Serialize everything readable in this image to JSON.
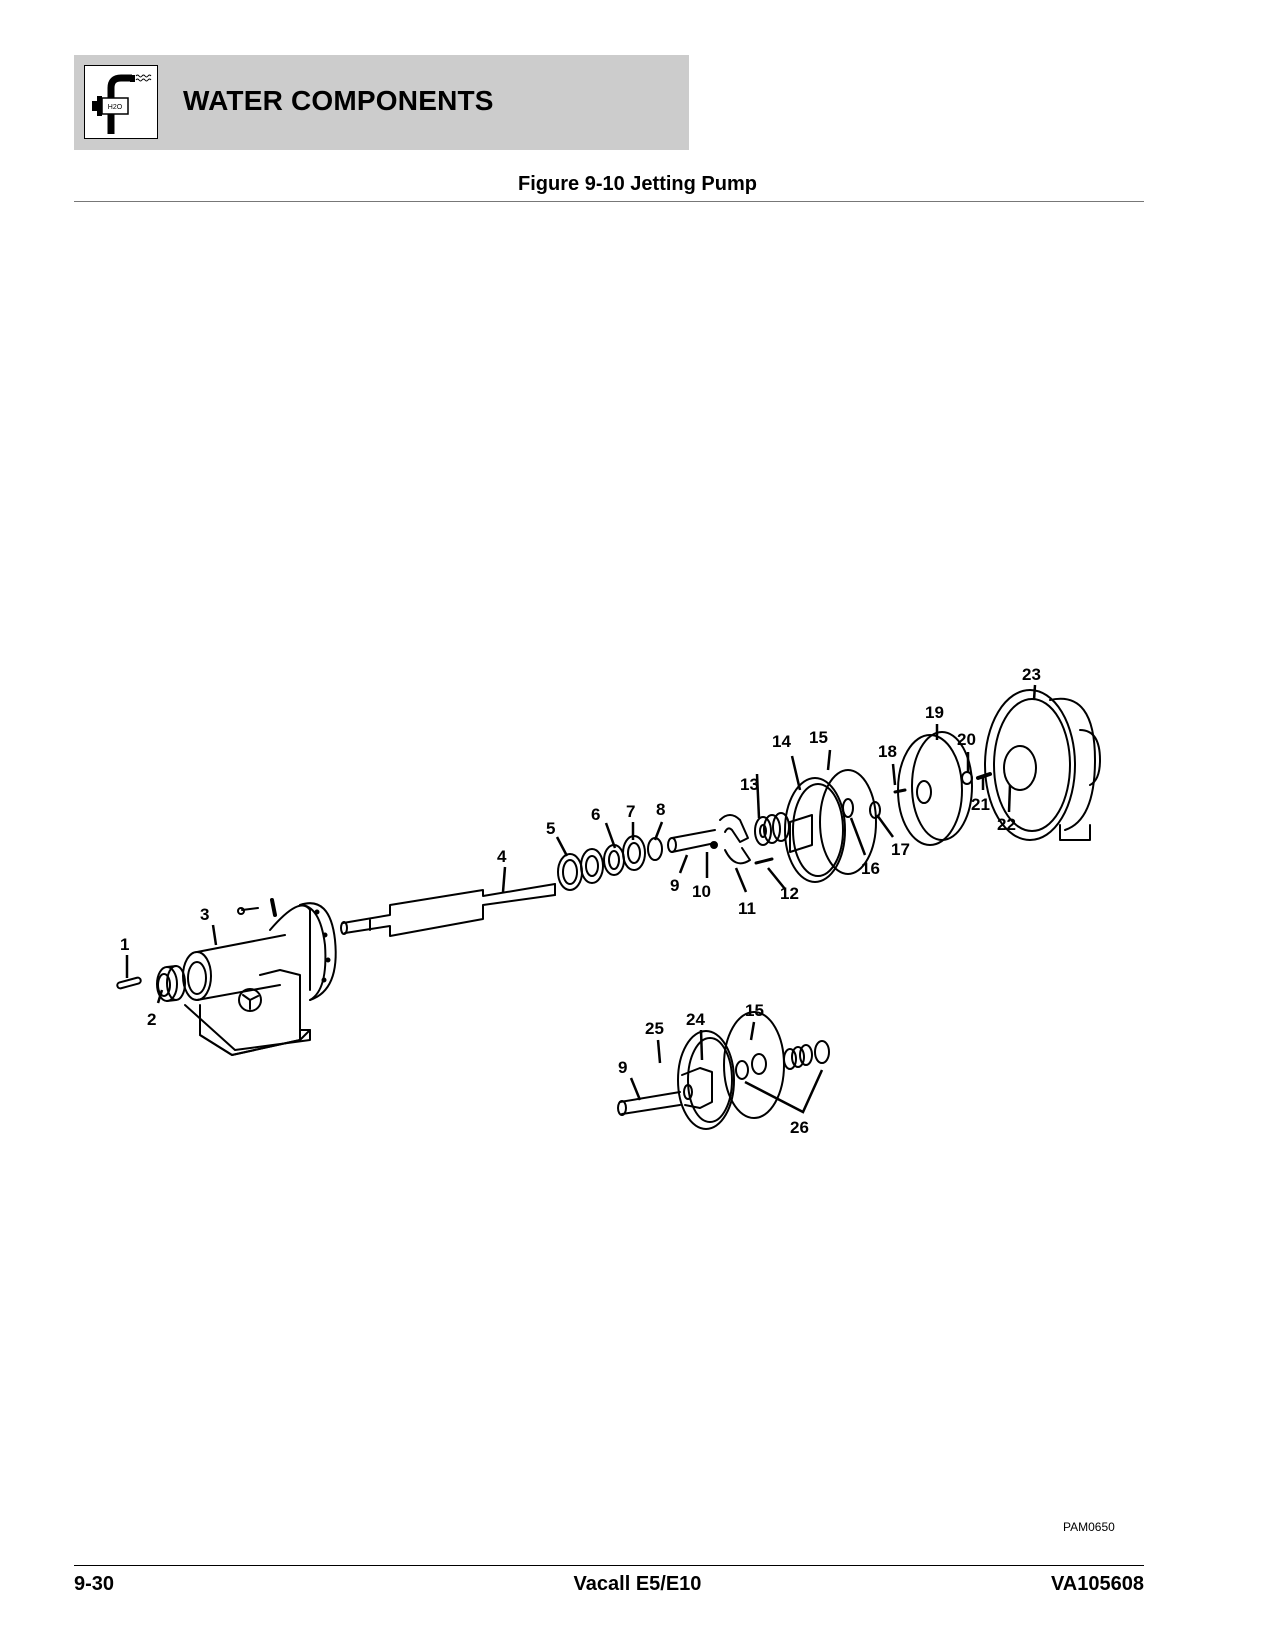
{
  "header": {
    "section_title": "WATER COMPONENTS",
    "icon": "water-pipe-h2o-icon",
    "icon_label": "H2O",
    "background_color": "#cccccc"
  },
  "figure": {
    "title": "Figure 9-10 Jetting Pump",
    "code": "PAM0650",
    "callouts": [
      {
        "id": "1",
        "label": "1"
      },
      {
        "id": "2",
        "label": "2"
      },
      {
        "id": "3",
        "label": "3"
      },
      {
        "id": "4",
        "label": "4"
      },
      {
        "id": "5",
        "label": "5"
      },
      {
        "id": "6",
        "label": "6"
      },
      {
        "id": "7",
        "label": "7"
      },
      {
        "id": "8",
        "label": "8"
      },
      {
        "id": "9",
        "label": "9"
      },
      {
        "id": "10",
        "label": "10"
      },
      {
        "id": "11",
        "label": "11"
      },
      {
        "id": "12",
        "label": "12"
      },
      {
        "id": "13",
        "label": "13"
      },
      {
        "id": "14",
        "label": "14"
      },
      {
        "id": "15",
        "label": "15"
      },
      {
        "id": "16",
        "label": "16"
      },
      {
        "id": "17",
        "label": "17"
      },
      {
        "id": "18",
        "label": "18"
      },
      {
        "id": "19",
        "label": "19"
      },
      {
        "id": "20",
        "label": "20"
      },
      {
        "id": "21",
        "label": "21"
      },
      {
        "id": "22",
        "label": "22"
      },
      {
        "id": "23",
        "label": "23"
      },
      {
        "id": "24",
        "label": "24"
      },
      {
        "id": "25",
        "label": "25"
      },
      {
        "id": "9b",
        "label": "9"
      },
      {
        "id": "15b",
        "label": "15"
      },
      {
        "id": "26",
        "label": "26"
      }
    ]
  },
  "footer": {
    "page_number": "9-30",
    "product": "Vacall E5/E10",
    "document_number": "VA105608"
  }
}
